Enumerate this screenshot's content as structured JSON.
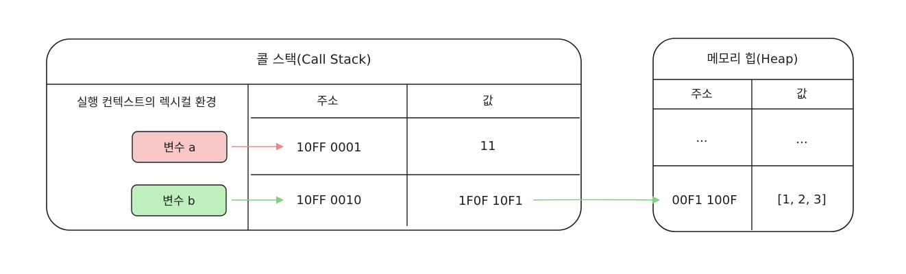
{
  "call_stack": {
    "title": "콜 스택(Call Stack)",
    "lexical_env_label": "실행 컨텍스트의 렉시컬 환경",
    "col_address": "주소",
    "col_value": "값",
    "rows": [
      {
        "variable": "변수 a",
        "address": "10FF 0001",
        "value": "11",
        "color": "#f8c8c8",
        "arrow_color": "#ee8888"
      },
      {
        "variable": "변수 b",
        "address": "10FF 0010",
        "value": "1F0F 10F1",
        "color": "#bfeebf",
        "arrow_color": "#7fd17f"
      }
    ]
  },
  "heap": {
    "title": "메모리 힙(Heap)",
    "col_address": "주소",
    "col_value": "값",
    "rows": [
      {
        "address": "...",
        "value": "..."
      },
      {
        "address": "00F1 100F",
        "value": "[1, 2, 3]"
      }
    ]
  }
}
